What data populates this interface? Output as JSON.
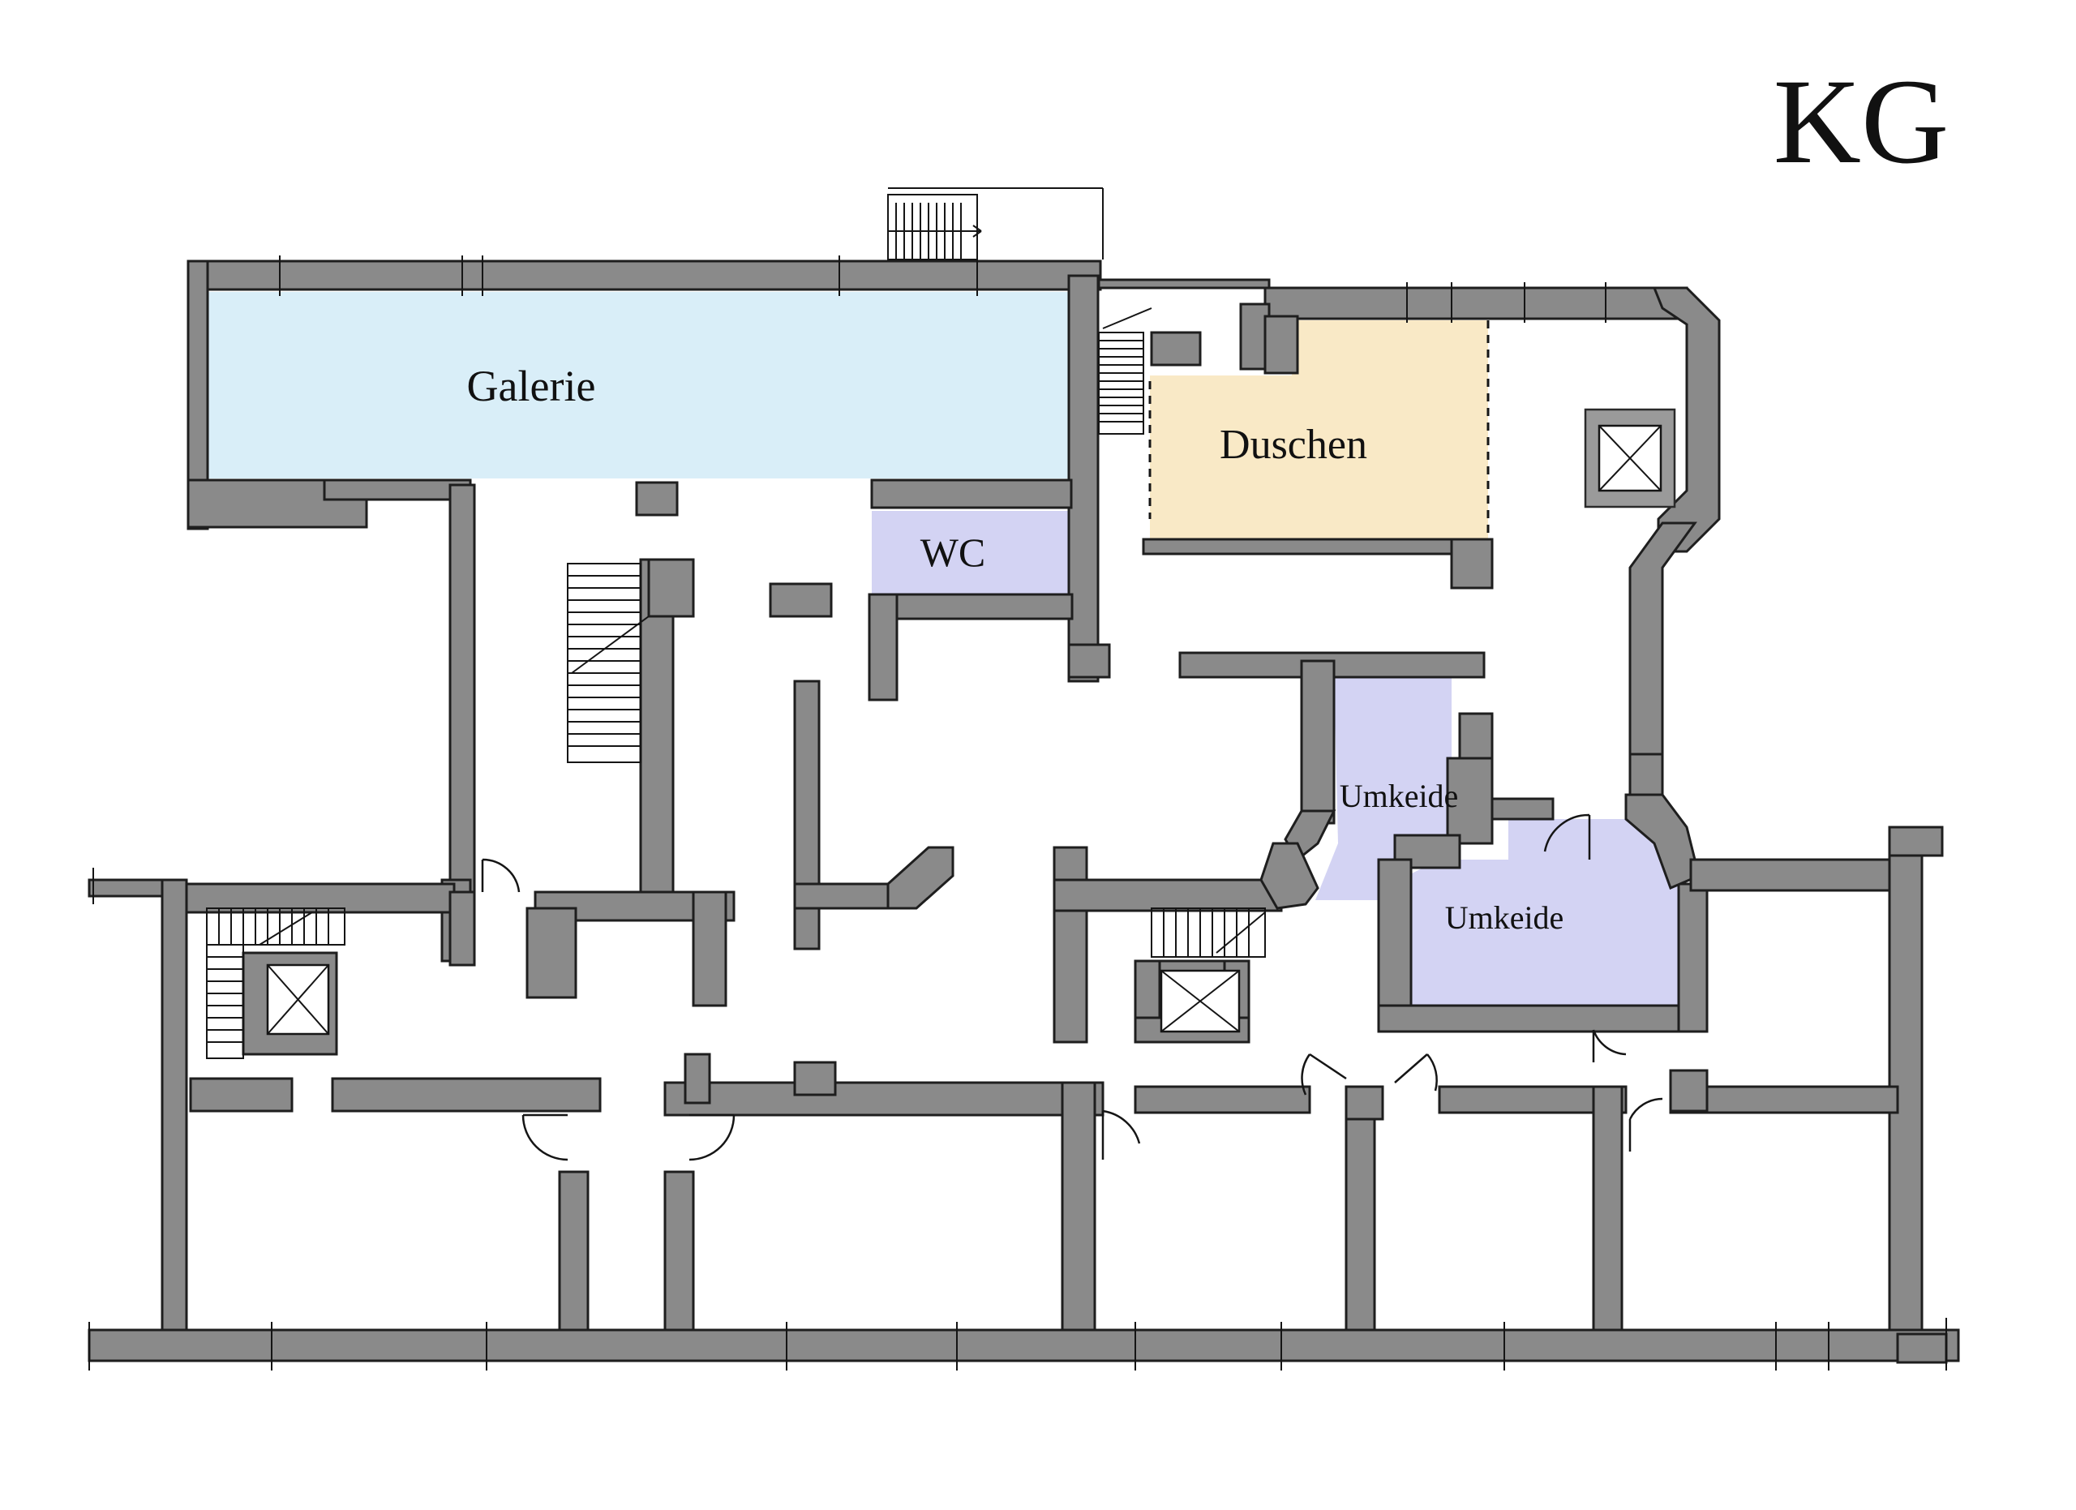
{
  "floor": {
    "label": "KG"
  },
  "rooms": {
    "galerie": {
      "label": "Galerie",
      "color": "#d9eef8"
    },
    "duschen": {
      "label": "Duschen",
      "color": "#f9e9c6"
    },
    "wc": {
      "label": "WC",
      "color": "#d3d3f3"
    },
    "umkleide_upper": {
      "label": "Umkeide",
      "color": "#d3d3f3"
    },
    "umkleide_lower": {
      "label": "Umkeide",
      "color": "#d3d3f3"
    }
  },
  "colors": {
    "wall_fill": "#8a8a8a",
    "wall_outline": "#1e1e1e",
    "background": "#ffffff"
  },
  "icons": {
    "stairs": "stairs-icon",
    "elevator": "elevator-shaft-icon",
    "door": "door-swing-icon"
  }
}
